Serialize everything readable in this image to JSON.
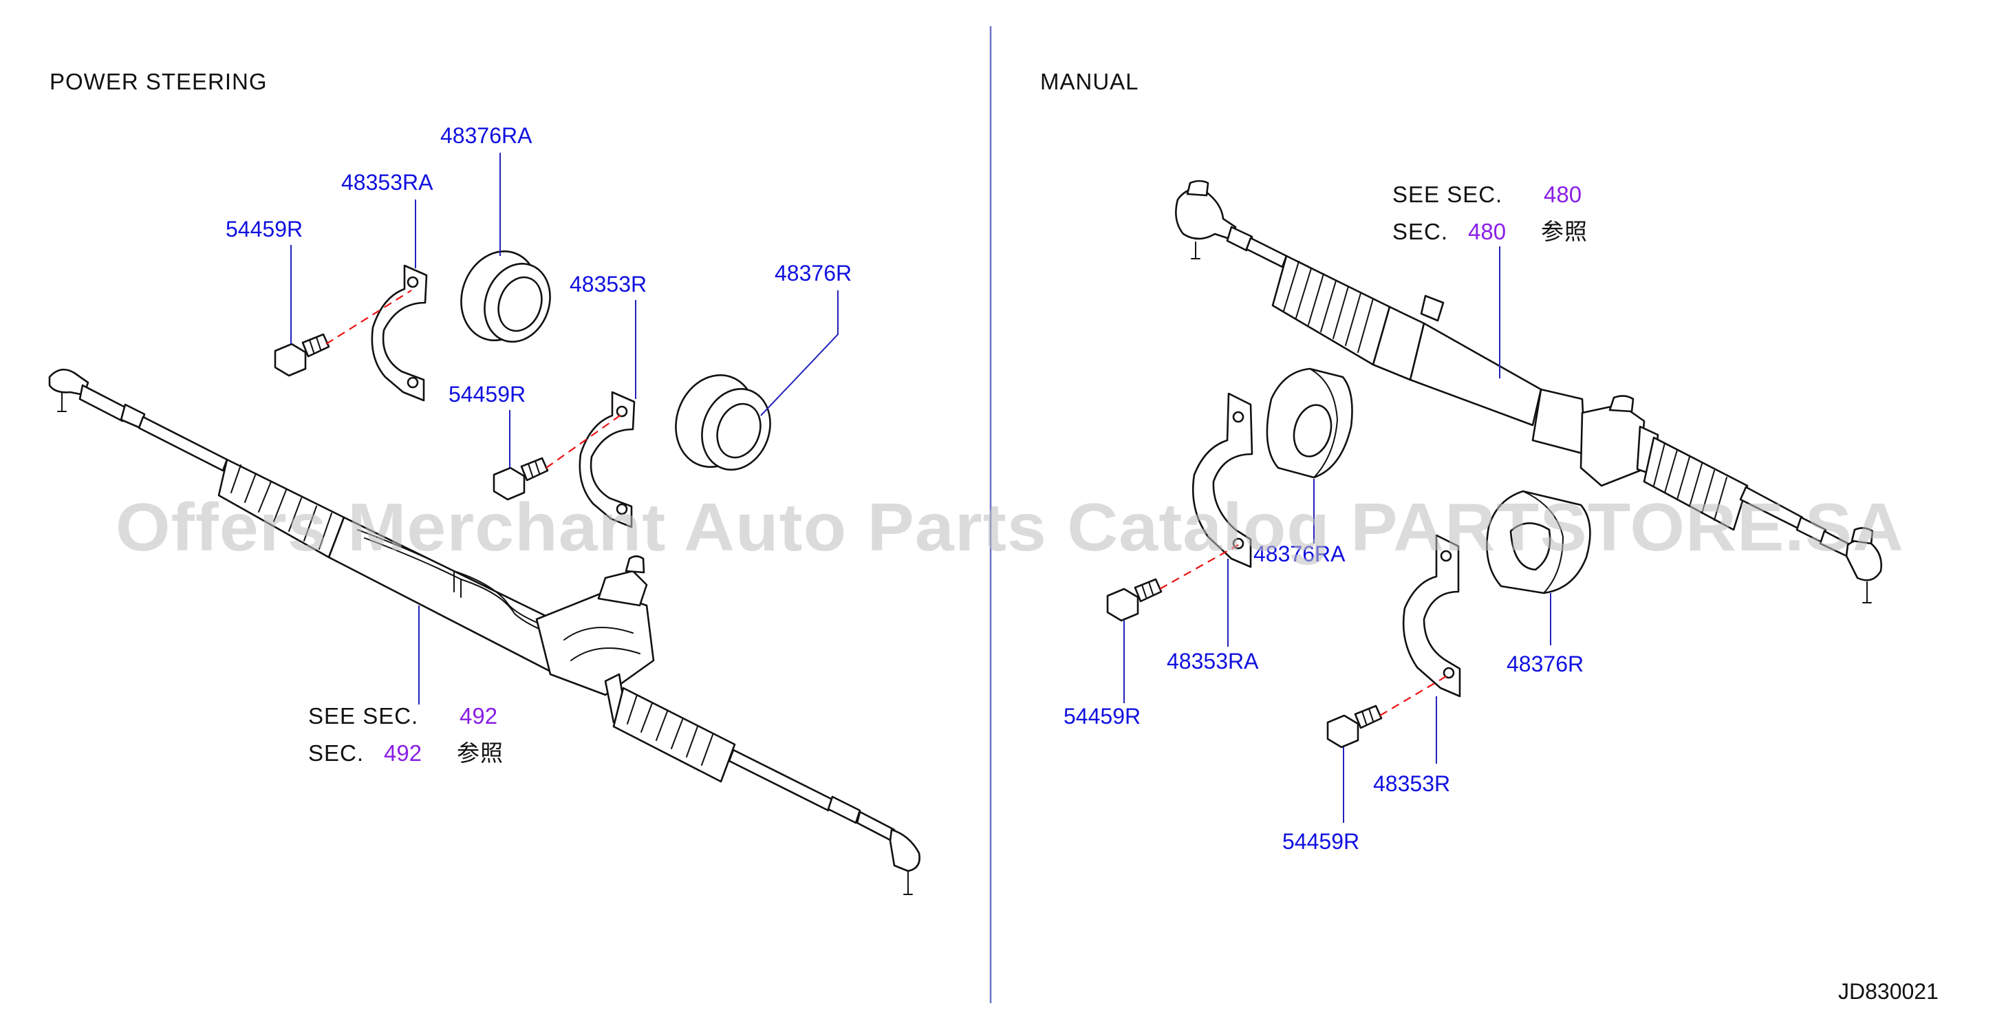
{
  "sections": {
    "left_title": "POWER   STEERING",
    "right_title": "MANUAL"
  },
  "left": {
    "labels": {
      "p48376RA": "48376RA",
      "p48353RA": "48353RA",
      "p54459R_a": "54459R",
      "p48353R": "48353R",
      "p48376R": "48376R",
      "p54459R_b": "54459R"
    },
    "see_ref": {
      "see": "SEE   SEC.",
      "sec": "SEC.",
      "code": "492",
      "ref_word": "参照"
    }
  },
  "right": {
    "labels": {
      "p48376RA": "48376RA",
      "p48353RA": "48353RA",
      "p54459R_a": "54459R",
      "p48376R": "48376R",
      "p48353R": "48353R",
      "p54459R_b": "54459R"
    },
    "see_ref": {
      "see": "SEE   SEC.",
      "sec": "SEC.",
      "code": "480",
      "ref_word": "参照"
    }
  },
  "watermark": "Offers Merchant Auto Parts Catalog PARTSTORE.SA",
  "diagram_id": "JD830021",
  "colors": {
    "part_label": "#1010e0",
    "section_ref": "#8a1ee6",
    "leader_line": "#2222bb",
    "centerline": "#ee1111",
    "divider": "#6b73c7"
  }
}
